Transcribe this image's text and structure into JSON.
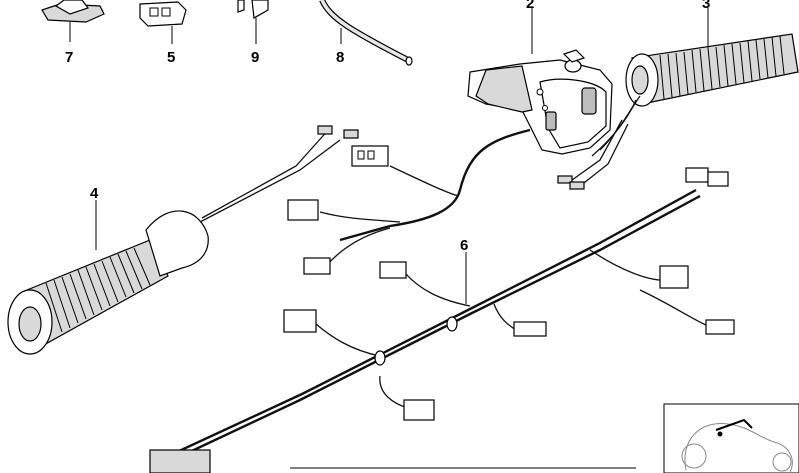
{
  "diagram": {
    "callouts": [
      {
        "id": "7",
        "label": "7"
      },
      {
        "id": "5",
        "label": "5"
      },
      {
        "id": "9",
        "label": "9"
      },
      {
        "id": "8",
        "label": "8"
      },
      {
        "id": "2",
        "label": "2"
      },
      {
        "id": "3",
        "label": "3"
      },
      {
        "id": "4",
        "label": "4"
      },
      {
        "id": "6",
        "label": "6"
      }
    ]
  }
}
